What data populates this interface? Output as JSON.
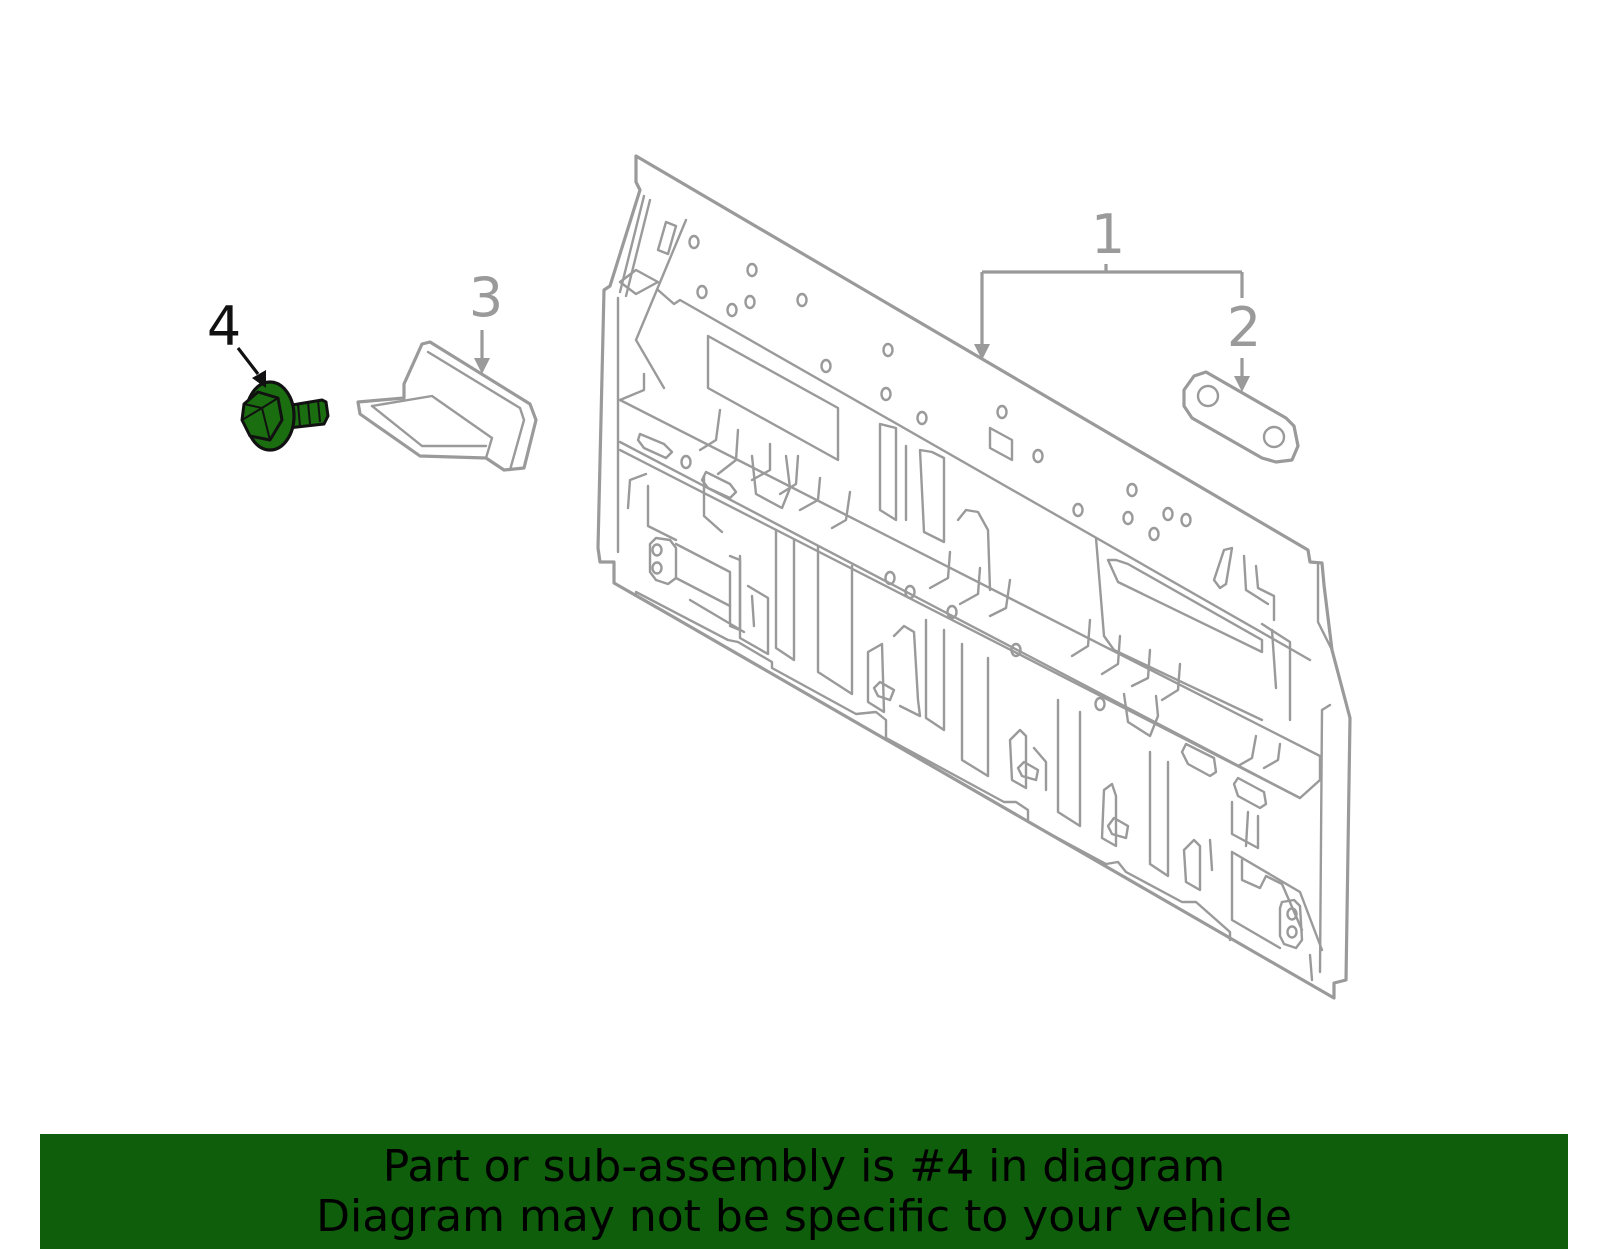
{
  "diagram": {
    "callouts": [
      {
        "id": "1",
        "label": "1",
        "part": "back panel",
        "highlighted": false
      },
      {
        "id": "2",
        "label": "2",
        "part": "reinforcement plate",
        "highlighted": false
      },
      {
        "id": "3",
        "label": "3",
        "part": "bracket",
        "highlighted": false
      },
      {
        "id": "4",
        "label": "4",
        "part": "bolt",
        "highlighted": true
      }
    ],
    "colors": {
      "line": "#9a9a9a",
      "highlight_fill": "#1a6e10",
      "banner": "#0f5e0b",
      "callout_highlight": "#111111"
    }
  },
  "banner": {
    "line1": "Part or sub-assembly is #4 in diagram",
    "line2": "Diagram may not be specific to your vehicle"
  }
}
